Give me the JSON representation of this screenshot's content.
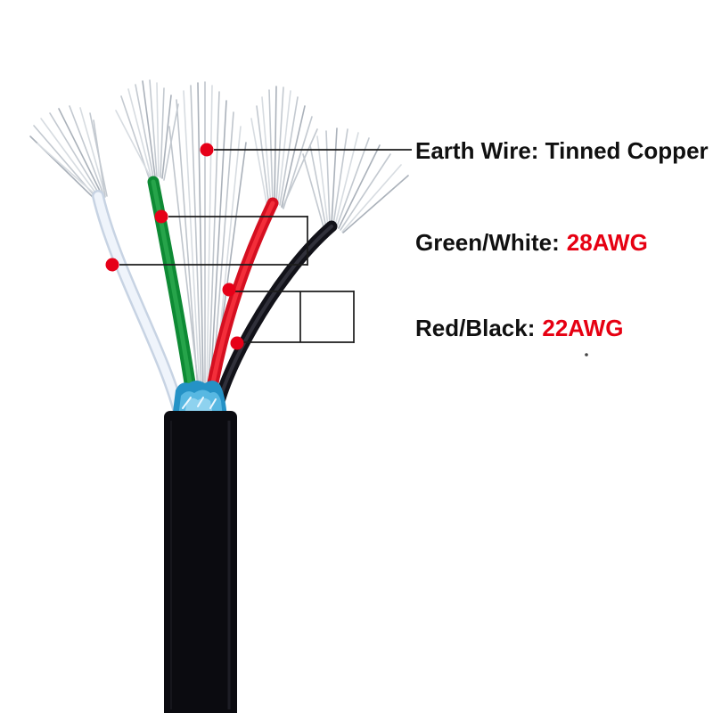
{
  "annotations": {
    "earth_wire": {
      "label": "Earth Wire: Tinned Copper"
    },
    "green_white": {
      "label": "Green/White:",
      "gauge": "28AWG"
    },
    "red_black": {
      "label": "Red/Black:",
      "gauge": "22AWG"
    }
  },
  "colors": {
    "background": "#ffffff",
    "label_text": "#101010",
    "gauge_text": "#e60012",
    "marker_dot": "#e60018",
    "callout_line": "#1b1b1b",
    "wire_green": "#0e8a34",
    "wire_red": "#d50f20",
    "wire_black": "#121219",
    "wire_white": "#eff4fb",
    "foil_shield": "#2592c6",
    "tinned_strand": "#bfc5cc",
    "cable_jacket": "#0b0b10"
  }
}
